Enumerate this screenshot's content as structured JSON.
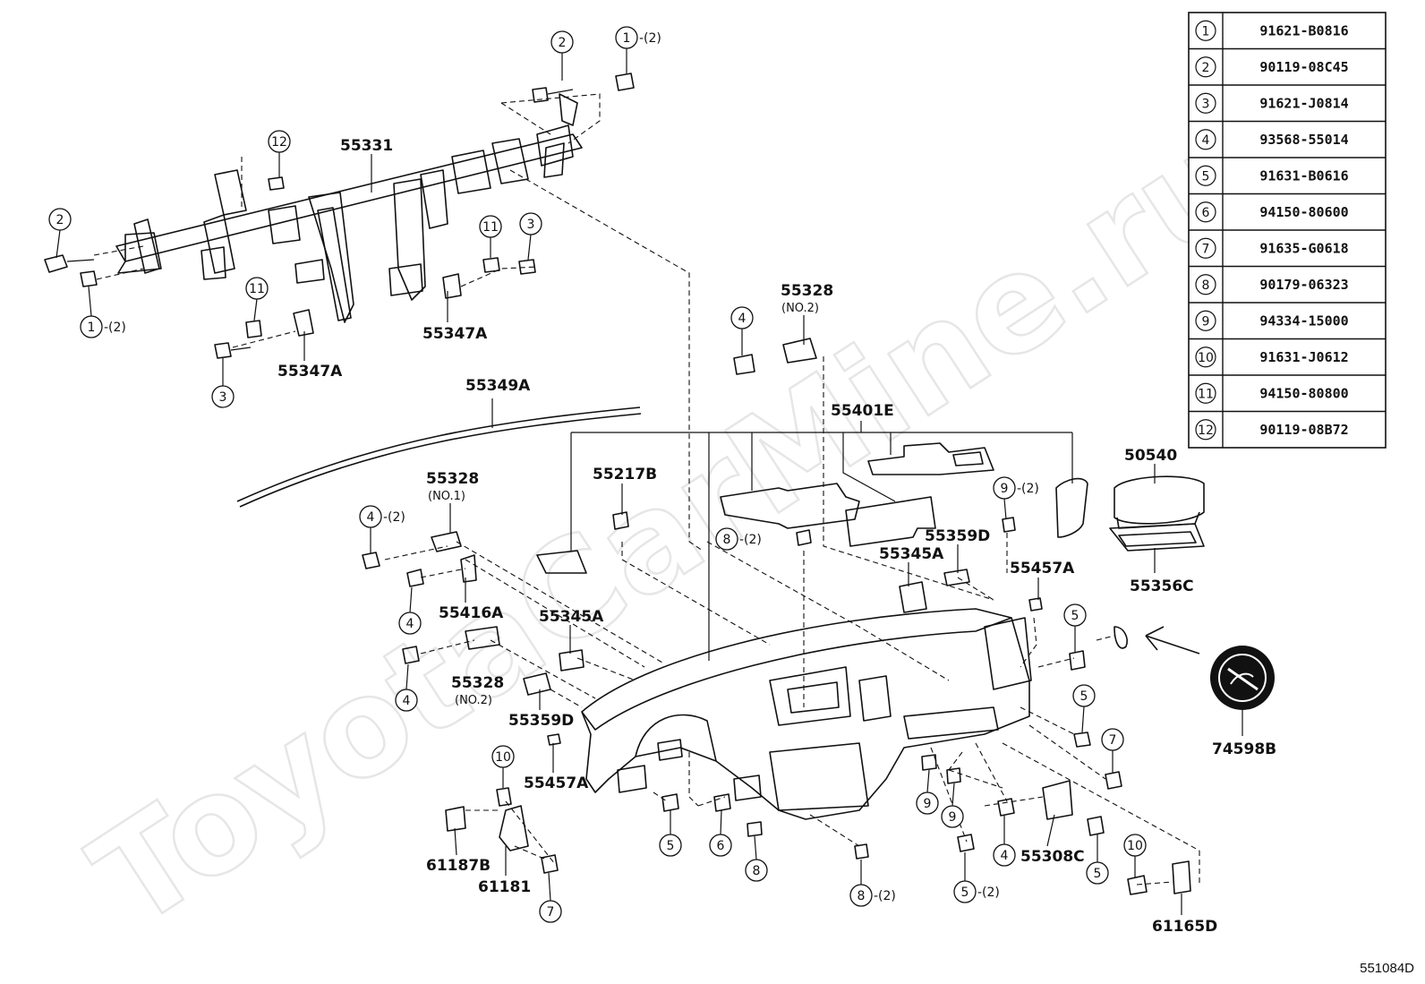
{
  "watermark": "ToyotaCarMine.ru",
  "diagram_code": "551084D",
  "parts_table": [
    {
      "ref": "1",
      "part": "91621-B0816"
    },
    {
      "ref": "2",
      "part": "90119-08C45"
    },
    {
      "ref": "3",
      "part": "91621-J0814"
    },
    {
      "ref": "4",
      "part": "93568-55014"
    },
    {
      "ref": "5",
      "part": "91631-B0616"
    },
    {
      "ref": "6",
      "part": "94150-80600"
    },
    {
      "ref": "7",
      "part": "91635-G0618"
    },
    {
      "ref": "8",
      "part": "90179-06323"
    },
    {
      "ref": "9",
      "part": "94334-15000"
    },
    {
      "ref": "10",
      "part": "91631-J0612"
    },
    {
      "ref": "11",
      "part": "94150-80800"
    },
    {
      "ref": "12",
      "part": "90119-08B72"
    }
  ],
  "part_labels": [
    "55331",
    "55347A",
    "55347A",
    "55349A",
    "55328",
    "(NO.2)",
    "55401E",
    "50540",
    "55356C",
    "55328",
    "(NO.1)",
    "55217B",
    "55359D",
    "55345A",
    "55457A",
    "55416A",
    "55345A",
    "55328",
    "(NO.2)",
    "55359D",
    "55457A",
    "74598B",
    "55308C",
    "61187B",
    "61181",
    "61165D"
  ],
  "callout_numbers": [
    "2",
    "1",
    "12",
    "2",
    "1",
    "11",
    "3",
    "11",
    "3",
    "4",
    "4",
    "4",
    "4",
    "8",
    "9",
    "5",
    "5",
    "7",
    "10",
    "7",
    "5",
    "6",
    "8",
    "9",
    "9",
    "4",
    "5",
    "8",
    "5",
    "10"
  ],
  "quantity_notes": [
    "-(2)",
    "-(2)",
    "-(2)",
    "-(2)",
    "-(2)",
    "-(2)",
    "-(2)"
  ]
}
